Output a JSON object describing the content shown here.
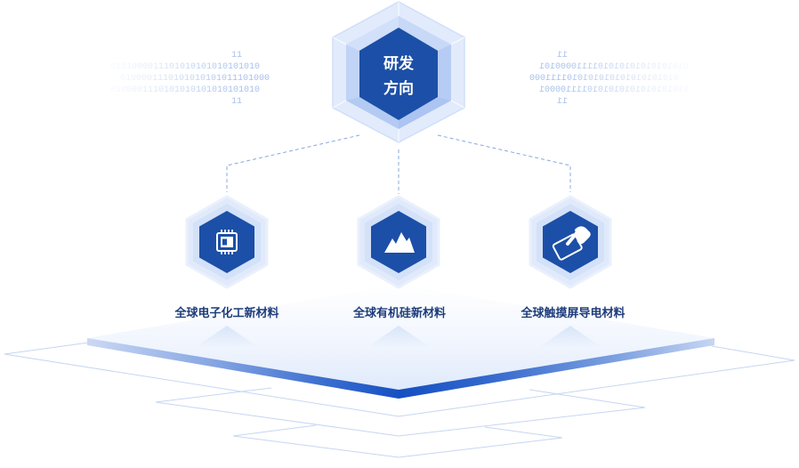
{
  "diagram": {
    "center_node": {
      "line1": "研发",
      "line2": "方向"
    },
    "branches": [
      {
        "label": "全球电子化工新材料",
        "icon": "chip-icon"
      },
      {
        "label": "全球有机硅新材料",
        "icon": "mountain-icon"
      },
      {
        "label": "全球触摸屏导电材料",
        "icon": "touchscreen-icon"
      }
    ]
  },
  "decor": {
    "binary_left": [
      "11",
      "0101000011101010101010101010",
      "0100001110101010101011101000",
      "0100001110101010101010101010",
      "11"
    ],
    "binary_right": [
      "11",
      "0101010101010101011110000101",
      "0101010101010101010101111000",
      "0101010101010101010111100001",
      "11"
    ]
  },
  "colors": {
    "hex_dark": "#1c4fa7",
    "hex_light": "#d3e1f9",
    "label_text": "#1d3c7b",
    "connector": "#86a8e2",
    "binary": "#a9c1ec",
    "band": "#1450c2"
  }
}
